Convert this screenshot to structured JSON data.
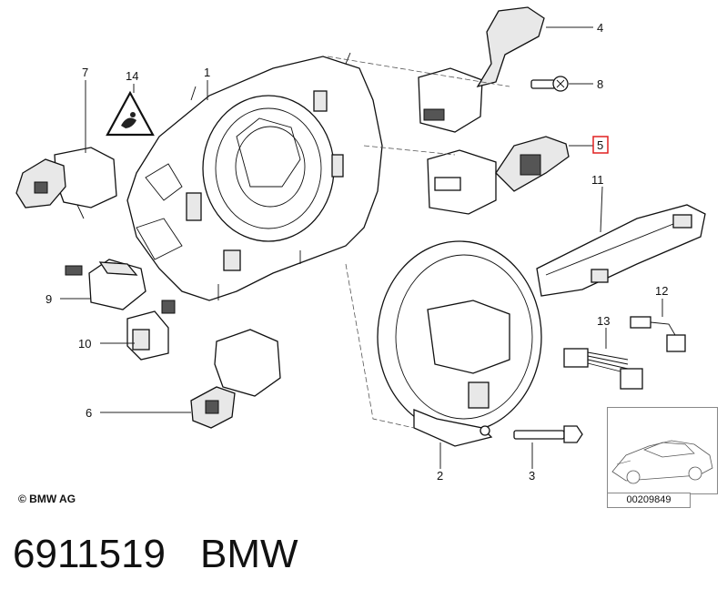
{
  "callouts": {
    "c1": "1",
    "c2": "2",
    "c3": "3",
    "c4": "4",
    "c5": "5",
    "c6": "6",
    "c7": "7",
    "c8": "8",
    "c9": "9",
    "c10": "10",
    "c11": "11",
    "c12": "12",
    "c13": "13",
    "c14": "14"
  },
  "highlight_color": "#e02020",
  "copyright": "© BMW AG",
  "doc_number": "00209849",
  "caption": {
    "part_number": "6911519",
    "brand": "BMW"
  }
}
